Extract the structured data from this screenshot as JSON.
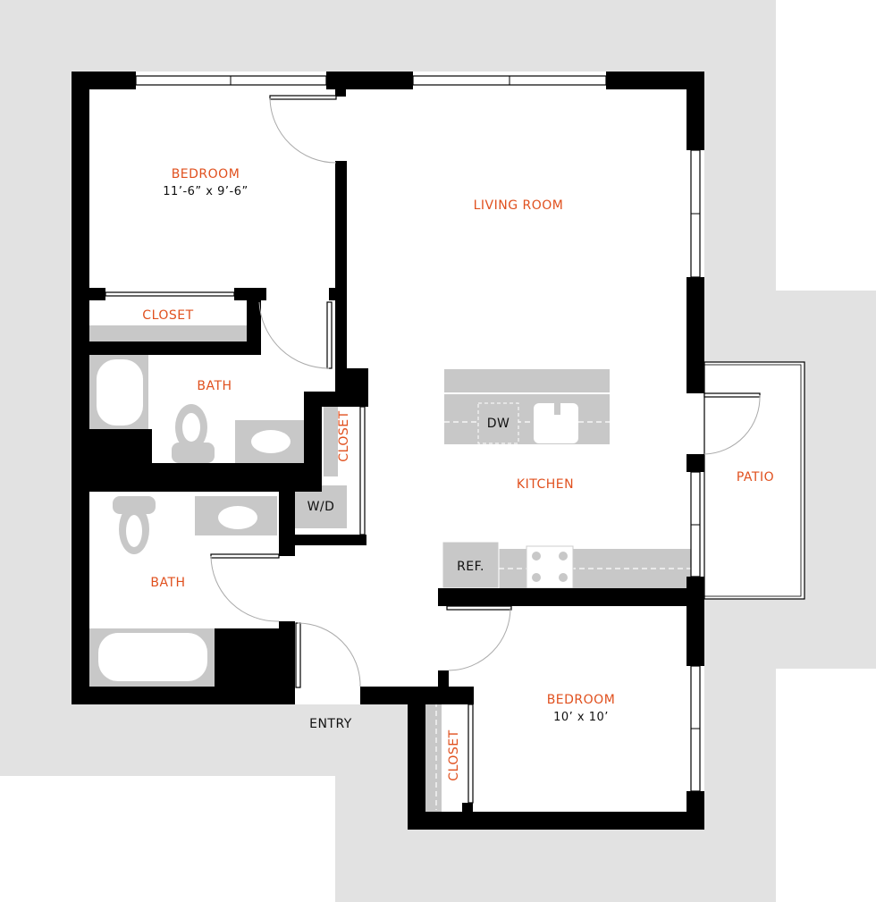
{
  "rooms": {
    "bedroom1": {
      "label": "BEDROOM",
      "size": "11’-6” x 9’-6”"
    },
    "living": {
      "label": "LIVING ROOM"
    },
    "closet1": {
      "label": "CLOSET"
    },
    "bath1": {
      "label": "BATH"
    },
    "closet2": {
      "label": "CLOSET"
    },
    "wd": {
      "label": "W/D"
    },
    "dw": {
      "label": "DW"
    },
    "kitchen": {
      "label": "KITCHEN"
    },
    "patio": {
      "label": "PATIO"
    },
    "bath2": {
      "label": "BATH"
    },
    "ref": {
      "label": "REF."
    },
    "entry": {
      "label": "ENTRY"
    },
    "bedroom2": {
      "label": "BEDROOM",
      "size": "10’ x 10’"
    },
    "closet3": {
      "label": "CLOSET"
    }
  },
  "colors": {
    "label": "#e0501e",
    "wall": "#000000",
    "fixture": "#c8c8c8",
    "exterior": "#e2e2e2"
  }
}
